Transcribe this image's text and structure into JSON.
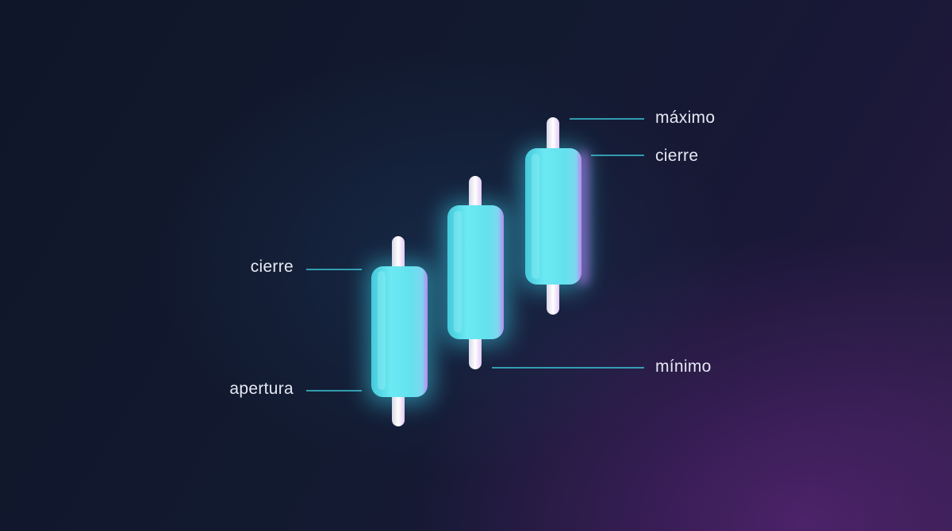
{
  "colors": {
    "body": "#5fe3ef",
    "body_highlight": "#8ff2f8",
    "body_shadow": "#3ab8cc",
    "wick": "#f2eef8",
    "glow_cyan": "#4fd8ea",
    "glow_magenta": "#c86cf0",
    "leader_line": "#3cc6d8",
    "text": "#e6e9f2"
  },
  "labels": {
    "left_close": "cierre",
    "left_open": "apertura",
    "right_high": "máximo",
    "right_close": "cierre",
    "right_low": "mínimo"
  }
}
